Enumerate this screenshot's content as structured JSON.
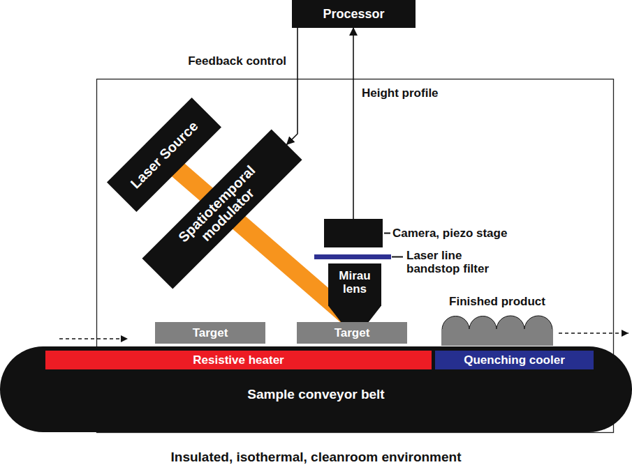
{
  "diagram": {
    "caption": "Insulated, isothermal, cleanroom environment",
    "nodes": [
      {
        "text": [
          "Processor"
        ]
      },
      {
        "text": [
          "Laser Source"
        ]
      },
      {
        "text": [
          "Spatiotemporal modulator"
        ]
      },
      {
        "text": [
          "Camera, piezo stage"
        ]
      },
      {
        "text": [
          "Mirau lens"
        ]
      },
      {
        "text": [
          "Target"
        ]
      },
      {
        "text": [
          "Target"
        ]
      },
      {
        "text": [
          "Finished product"
        ]
      },
      {
        "text": [
          "Sample conveyor belt"
        ]
      },
      {
        "text": [
          "Resistive heater"
        ],
        "in": 8
      },
      {
        "text": [
          "Quenching cooler"
        ],
        "in": 8
      }
    ],
    "edges": [
      {
        "from": 0,
        "to": 2,
        "arrow": "to",
        "label": "Feedback control"
      },
      {
        "from": 3,
        "to": 0,
        "arrow": "to",
        "label": "Height profile"
      }
    ],
    "labels": [
      "Laser line bandstop filter"
    ]
  }
}
